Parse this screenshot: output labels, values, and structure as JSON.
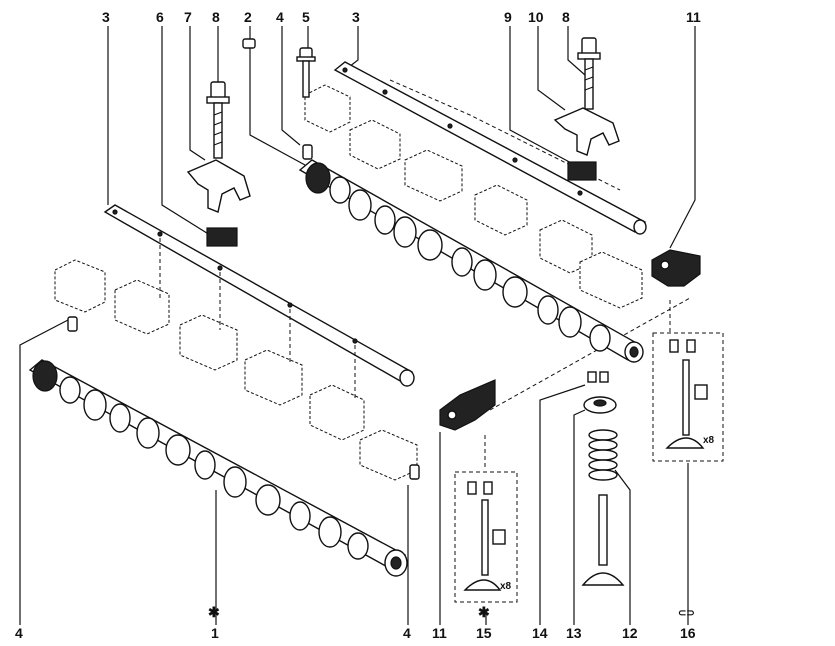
{
  "callouts_top": [
    "3",
    "6",
    "7",
    "8",
    "2",
    "4",
    "5",
    "3",
    "9",
    "10",
    "8",
    "11"
  ],
  "callouts_bottom": [
    "4",
    "1",
    "4",
    "11",
    "15",
    "14",
    "13",
    "12",
    "16"
  ],
  "multipliers": [
    "x8",
    "x8"
  ],
  "symbols": {
    "gear_symbol": "✱",
    "plug_symbol": "⊂⊃"
  }
}
